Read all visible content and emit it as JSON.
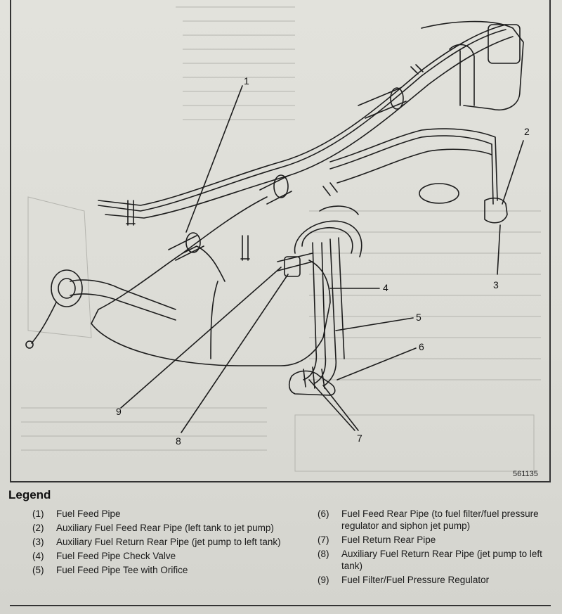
{
  "figure": {
    "number": "561135",
    "callouts": [
      "1",
      "2",
      "3",
      "4",
      "5",
      "6",
      "7",
      "8",
      "9"
    ]
  },
  "legend": {
    "title": "Legend",
    "left_items": [
      {
        "num": "(1)",
        "text": "Fuel Feed Pipe"
      },
      {
        "num": "(2)",
        "text": "Auxiliary Fuel Feed Rear Pipe (left tank to jet pump)"
      },
      {
        "num": "(3)",
        "text": "Auxiliary Fuel Return Rear Pipe (jet pump to left tank)"
      },
      {
        "num": "(4)",
        "text": "Fuel Feed Pipe Check Valve"
      },
      {
        "num": "(5)",
        "text": "Fuel Feed Pipe Tee with Orifice"
      }
    ],
    "right_items": [
      {
        "num": "(6)",
        "text": "Fuel Feed Rear Pipe (to fuel filter/fuel pressure regulator and siphon jet pump)"
      },
      {
        "num": "(7)",
        "text": "Fuel Return Rear Pipe"
      },
      {
        "num": "(8)",
        "text": "Auxiliary Fuel Return Rear Pipe (jet pump to left tank)"
      },
      {
        "num": "(9)",
        "text": "Fuel Filter/Fuel Pressure Regulator"
      }
    ]
  },
  "colors": {
    "line": "#1c1c1c",
    "page": "#dcdcd6",
    "show_through": "#a5a59f"
  }
}
